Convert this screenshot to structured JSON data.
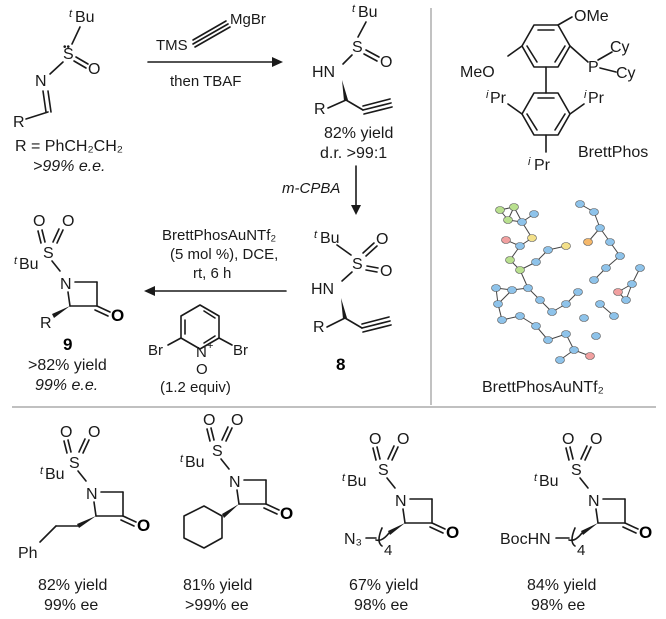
{
  "imine": {
    "tbu": "Bu",
    "tbu_prefix": "t",
    "S": "S",
    "O": "O",
    "N": "N",
    "R": "R",
    "r_def": "R = PhCH₂CH₂",
    "ee": ">99% e.e."
  },
  "step1": {
    "tms": "TMS",
    "reagent": "MgBr",
    "cond": "then TBAF"
  },
  "propargyl": {
    "tbu": "Bu",
    "tbu_prefix": "t",
    "S": "S",
    "O": "O",
    "HN": "HN",
    "R": "R",
    "yield": "82% yield",
    "dr": "d.r. >99:1"
  },
  "step2": {
    "reagent": "m-CPBA"
  },
  "sulfonamide": {
    "tbu": "Bu",
    "tbu_prefix": "t",
    "S": "S",
    "O1": "O",
    "O2": "O",
    "HN": "HN",
    "R": "R",
    "label": "8"
  },
  "step3": {
    "cat": "BrettPhosAuNTf₂",
    "load": "(5 mol %), DCE,",
    "time": "rt, 6 h",
    "br1": "Br",
    "br2": "Br",
    "n": "N",
    "nplus": "+",
    "o": "O",
    "equiv": "(1.2 equiv)"
  },
  "product9": {
    "tbu": "Bu",
    "tbu_prefix": "t",
    "S": "S",
    "O1": "O",
    "O2": "O",
    "N": "N",
    "R": "R",
    "ketO": "O",
    "label": "9",
    "yield": ">82% yield",
    "ee": "99% e.e."
  },
  "ligand": {
    "ome1": "OMe",
    "ome2": "MeO",
    "p": "P",
    "cy1": "Cy",
    "cy2": "Cy",
    "ipr1": "Pr",
    "ipr2": "Pr",
    "ipr3": "Pr",
    "i": "i",
    "name": "BrettPhos",
    "complex": "BrettPhosAuNTf₂"
  },
  "products": [
    {
      "tbu": "Bu",
      "S": "S",
      "N": "N",
      "O": "O",
      "sub": "Ph",
      "yield": "82% yield",
      "ee": "99% ee"
    },
    {
      "tbu": "Bu",
      "S": "S",
      "N": "N",
      "O": "O",
      "sub": "",
      "yield": "81% yield",
      "ee": ">99% ee"
    },
    {
      "tbu": "Bu",
      "S": "S",
      "N": "N",
      "O": "O",
      "sub": "N₃",
      "n": "4",
      "yield": "67% yield",
      "ee": "98% ee"
    },
    {
      "tbu": "Bu",
      "S": "S",
      "N": "N",
      "O": "O",
      "sub": "BocHN",
      "n": "4",
      "yield": "84% yield",
      "ee": "98% ee"
    }
  ],
  "colors": {
    "ink": "#1a1a1a",
    "separator": "#9a9a9a",
    "ortep_c": "#8ec3ea",
    "ortep_f": "#b9e08f",
    "ortep_o": "#f1a0a0",
    "ortep_s": "#f3e08a",
    "ortep_p": "#f5b86b"
  }
}
